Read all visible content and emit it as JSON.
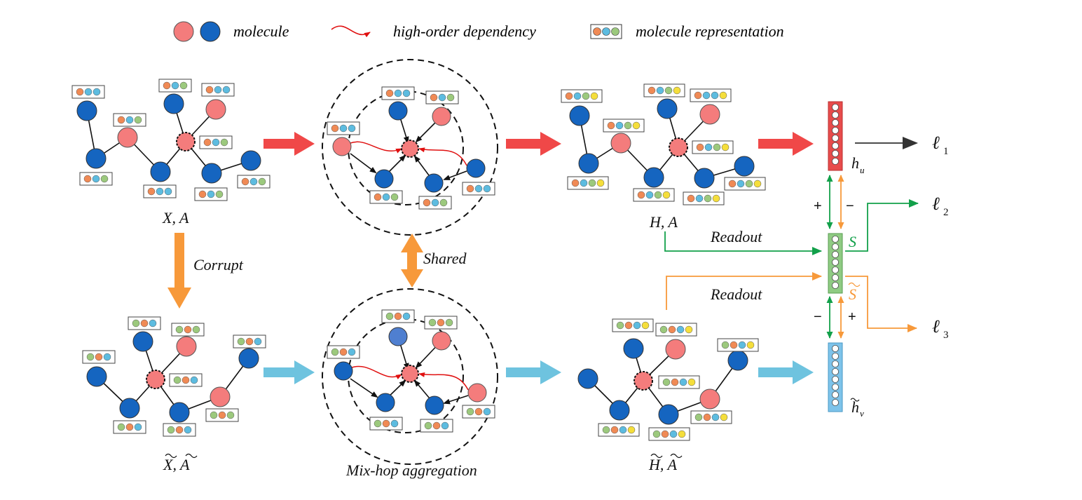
{
  "legend": {
    "molecule": "molecule",
    "dependency": "high-order dependency",
    "representation": "molecule representation"
  },
  "labels": {
    "xa": "X, A",
    "xa_tilde": "X, A",
    "ha": "H, A",
    "ha_tilde": "H, A",
    "corrupt": "Corrupt",
    "shared": "Shared",
    "mixhop": "Mix-hop aggregation",
    "readout_top": "Readout",
    "readout_bottom": "Readout",
    "hu": "h",
    "hu_sub": "u",
    "hv": "h",
    "hv_sub": "v",
    "s": "S",
    "s_tilde": "S",
    "loss1": "ℓ",
    "loss1_sub": "1",
    "loss2": "ℓ",
    "loss2_sub": "2",
    "loss3": "ℓ",
    "loss3_sub": "3",
    "plus_top": "+",
    "minus_top": "−",
    "minus_bottom": "−",
    "plus_bottom": "+"
  },
  "colors": {
    "red_node": "#F47C7C",
    "blue_node": "#1565C0",
    "light_blue_node": "#4F7FD0",
    "orange_dot": "#F08A55",
    "cyan_dot": "#5DBCE0",
    "green_dot": "#9CC97D",
    "yellow_dot": "#F5DE3B",
    "red_arrow": "#F04848",
    "cyan_arrow": "#6EC3DF",
    "orange_arrow": "#F7993A",
    "green_line": "#12A04A",
    "orange_line": "#F7993A",
    "hu_box": "#E84B4B",
    "hv_box": "#7DC3EA",
    "s_box": "#8FCB83"
  }
}
